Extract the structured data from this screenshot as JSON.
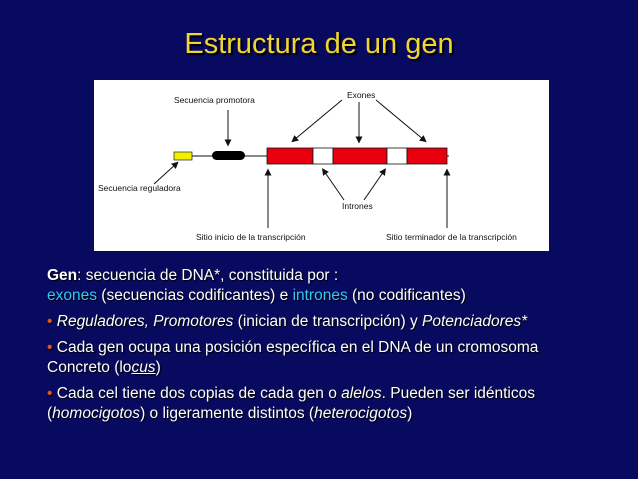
{
  "title": "Estructura de un gen",
  "diagram": {
    "labels": {
      "promoter": "Secuencia promotora",
      "exons": "Exones",
      "regulatory": "Secuencia reguladora",
      "introns": "Intrones",
      "start": "Sitio inicio de la transcripción",
      "terminator": "Sitio terminador de la transcripción"
    },
    "colors": {
      "exon": "#e8000e",
      "regulatory": "#f2f000",
      "promoter": "#000000"
    }
  },
  "text": {
    "line1": {
      "term": "Gen",
      "rest": ": secuencia de DNA*, constituida por :"
    },
    "line2": {
      "exones": "exones",
      "exones_desc": " (secuencias codificantes) e ",
      "intrones": "intrones",
      "intrones_desc": " (no codificantes)"
    },
    "b1": {
      "bullet": "•",
      "i1": "Reguladores, Promotores",
      "mid": " (inician de transcripción) y ",
      "i2": "Potenciadores*"
    },
    "b2": {
      "bullet": "•",
      "a": "Cada gen ocupa una posición específica en el DNA de un cromosoma",
      "b": "Concreto (lo",
      "cus": "cus",
      "c": ")"
    },
    "b3": {
      "bullet": "•",
      "a": "Cada cel tiene dos copias de cada gen o ",
      "alelos": "alelos",
      "b": ". Pueden ser idénticos",
      "c": "(",
      "homo": "homocigotos",
      "d": ") o ligeramente distintos (",
      "hetero": "heterocigotos",
      "e": ")"
    }
  }
}
